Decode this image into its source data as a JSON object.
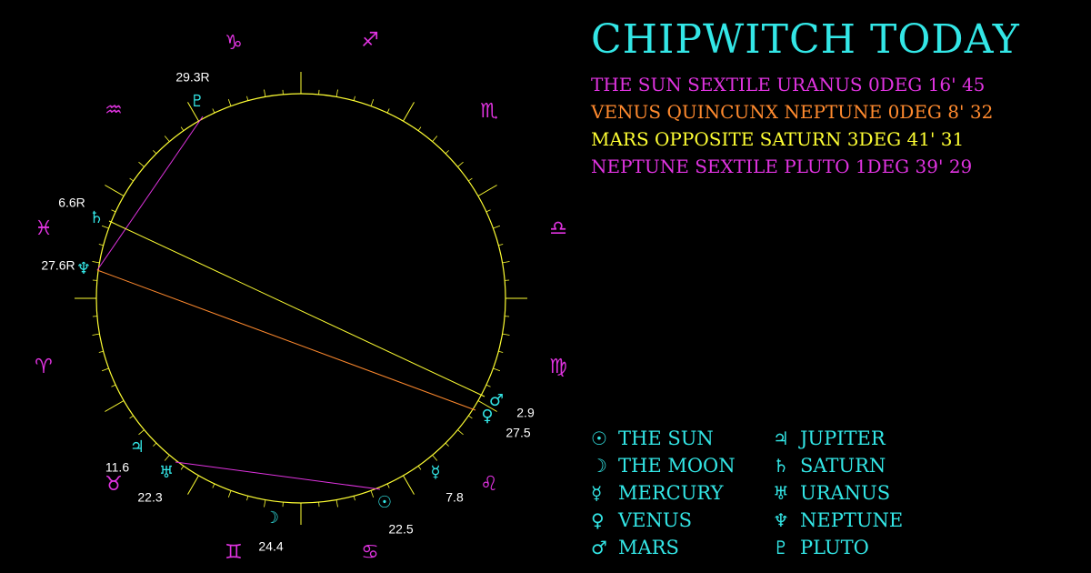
{
  "header": {
    "title": "CHIPWITCH TODAY"
  },
  "aspects": [
    {
      "text": "THE SUN SEXTILE URANUS 0DEG 16' 45",
      "color": "#e033e0"
    },
    {
      "text": "VENUS QUINCUNX NEPTUNE 0DEG 8' 32",
      "color": "#ff8a2e"
    },
    {
      "text": "MARS OPPOSITE SATURN 3DEG 41' 31",
      "color": "#ffff33"
    },
    {
      "text": "NEPTUNE SEXTILE PLUTO 1DEG 39' 29",
      "color": "#e033e0"
    }
  ],
  "legend": [
    {
      "glyph": "☉",
      "icon": "sun-icon",
      "label": "THE SUN"
    },
    {
      "glyph": "♃",
      "icon": "jupiter-icon",
      "label": "JUPITER"
    },
    {
      "glyph": "☽",
      "icon": "moon-icon",
      "label": "THE MOON"
    },
    {
      "glyph": "♄",
      "icon": "saturn-icon",
      "label": "SATURN"
    },
    {
      "glyph": "☿",
      "icon": "mercury-icon",
      "label": "MERCURY"
    },
    {
      "glyph": "♅",
      "icon": "uranus-icon",
      "label": "URANUS"
    },
    {
      "glyph": "♀",
      "icon": "venus-icon",
      "label": "VENUS"
    },
    {
      "glyph": "♆",
      "icon": "neptune-icon",
      "label": "NEPTUNE"
    },
    {
      "glyph": "♂",
      "icon": "mars-icon",
      "label": "MARS"
    },
    {
      "glyph": "♇",
      "icon": "pluto-icon",
      "label": "PLUTO"
    }
  ],
  "zodiac": [
    {
      "glyph": "♑",
      "icon": "capricorn-icon"
    },
    {
      "glyph": "♐",
      "icon": "sagittarius-icon"
    },
    {
      "glyph": "♏",
      "icon": "scorpio-icon"
    },
    {
      "glyph": "♎",
      "icon": "libra-icon"
    },
    {
      "glyph": "♍",
      "icon": "virgo-icon"
    },
    {
      "glyph": "♌",
      "icon": "leo-icon"
    },
    {
      "glyph": "♋",
      "icon": "cancer-icon"
    },
    {
      "glyph": "♊",
      "icon": "gemini-icon"
    },
    {
      "glyph": "♉",
      "icon": "taurus-icon"
    },
    {
      "glyph": "♈",
      "icon": "aries-icon"
    },
    {
      "glyph": "♓",
      "icon": "pisces-icon"
    },
    {
      "glyph": "♒",
      "icon": "aquarius-icon"
    }
  ],
  "planets": [
    {
      "id": "pluto",
      "glyph": "♇",
      "icon": "pluto-icon",
      "degree": "29.3R"
    },
    {
      "id": "saturn",
      "glyph": "♄",
      "icon": "saturn-icon",
      "degree": "6.6R"
    },
    {
      "id": "neptune",
      "glyph": "♆",
      "icon": "neptune-icon",
      "degree": "27.6R"
    },
    {
      "id": "mars",
      "glyph": "♂",
      "icon": "mars-icon",
      "degree": "2.9"
    },
    {
      "id": "venus",
      "glyph": "♀",
      "icon": "venus-icon",
      "degree": "27.5"
    },
    {
      "id": "mercury",
      "glyph": "☿",
      "icon": "mercury-icon",
      "degree": "7.8"
    },
    {
      "id": "sun",
      "glyph": "☉",
      "icon": "sun-icon",
      "degree": "22.5"
    },
    {
      "id": "moon",
      "glyph": "☽",
      "icon": "moon-icon",
      "degree": "24.4"
    },
    {
      "id": "uranus",
      "glyph": "♅",
      "icon": "uranus-icon",
      "degree": "22.3"
    },
    {
      "id": "jupiter",
      "glyph": "♃",
      "icon": "jupiter-icon",
      "degree": "11.6"
    }
  ],
  "colors": {
    "wheel": "#ffff33",
    "zodiac": "#e033e0",
    "planet": "#33e6e6",
    "title": "#33e6e6"
  }
}
